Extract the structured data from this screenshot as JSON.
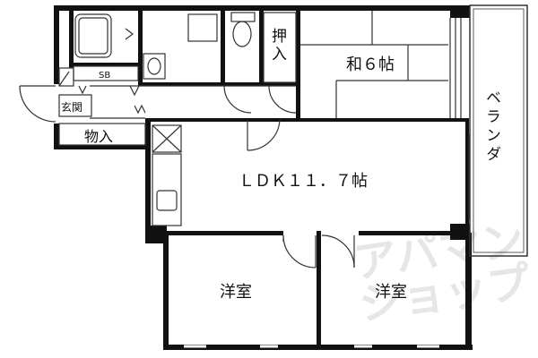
{
  "floor_plan": {
    "rooms": {
      "washitsu": "和６帖",
      "ldk": "ＬＤＫ１１．７帖",
      "yoshitsu_left": "洋室",
      "yoshitsu_right": "洋室",
      "oshiire_top": "押",
      "oshiire_bottom": "入",
      "monoire": "物入",
      "genkan": "玄関",
      "shoe_box": "SB",
      "veranda": "ベランダ"
    },
    "watermark": {
      "line1": "アパマン",
      "line2": "ショップ"
    },
    "colors": {
      "wall": "#111111",
      "line": "#333333",
      "watermark": "#cfcfcf",
      "background": "#ffffff"
    }
  }
}
